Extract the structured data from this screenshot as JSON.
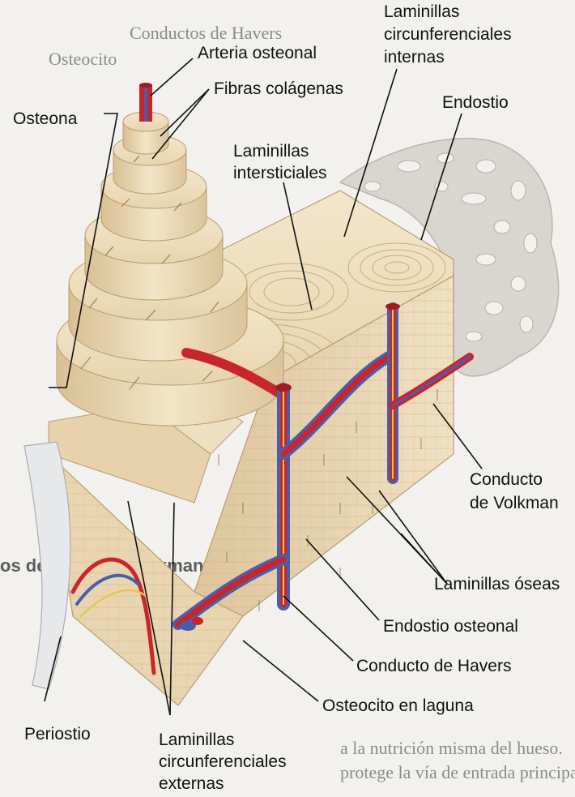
{
  "labels": {
    "arteria_osteonal": "Arteria osteonal",
    "fibras_colagenas": "Fibras colágenas",
    "osteona": "Osteona",
    "laminillas_circ_internas": [
      "Laminillas",
      "circunferenciales",
      "internas"
    ],
    "endostio": "Endostio",
    "laminillas_intersticiales": [
      "Laminillas",
      "intersticiales"
    ],
    "conducto_volkman": [
      "Conducto",
      "de Volkman"
    ],
    "laminillas_oseas": "Laminillas óseas",
    "endostio_osteonal": "Endostio osteonal",
    "conducto_havers": "Conducto de Havers",
    "osteocito_laguna": "Osteocito en laguna",
    "periostio": "Periostio",
    "laminillas_circ_externas": [
      "Laminillas",
      "circunferenciales",
      "externas"
    ]
  },
  "background_text": {
    "top_heading": "Conductos de Havers",
    "top_left": "Osteocito",
    "caption_bold": "os de Havers y Volkman",
    "line1": "a la nutrición misma del hueso.",
    "line2": "protege la vía de entrada principal"
  },
  "colors": {
    "bone": "#ecd9b8",
    "bone_dark": "#d8bf95",
    "artery": "#c8262d",
    "vein": "#4b5fa8",
    "nerve": "#e8c84a",
    "spongy": "#d9d6d0",
    "periosteum": "#e6e8ea"
  }
}
